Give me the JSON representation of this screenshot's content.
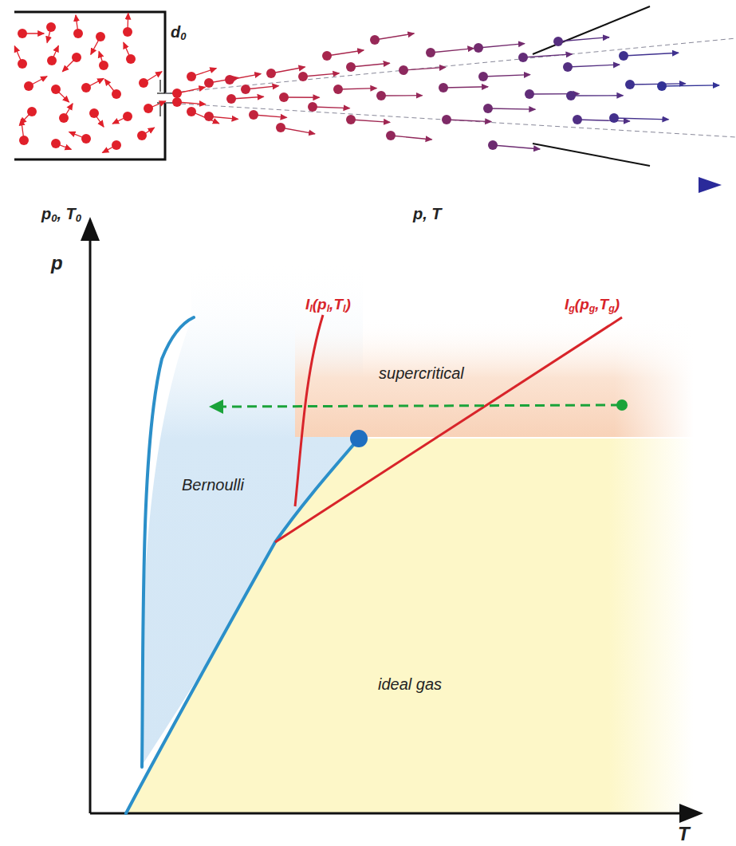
{
  "diagram": {
    "labels": [
      "d0",
      "p0, T0",
      "p, T",
      "p",
      "T",
      "Il(pl,Tl)",
      "Ig(pg,Tg)",
      "supercritical",
      "Bernoulli",
      "ideal gas"
    ]
  }
}
